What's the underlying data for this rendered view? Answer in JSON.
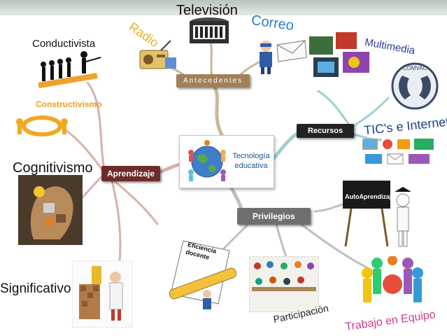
{
  "center": {
    "line1": "Tecnología",
    "line2": "educativa"
  },
  "branches": {
    "antecedentes": "Antecedentes",
    "recursos": "Recursos",
    "aprendizaje": "Aprendizaje",
    "privilegios": "Privilegios"
  },
  "topics": {
    "television": "Televisión",
    "radio": "Radio",
    "correo": "Correo",
    "multimedia": "Multimedia",
    "tics_internet": "TIC's e Internet",
    "conductivista": "Conductivista",
    "constructivismo": "Constructivismo",
    "cognitivismo": "Cognitivismo",
    "significativo": "Significativo",
    "autoaprendizaje": "AutoAprendizaje",
    "eficiencia_docente": "Eficiencia docente",
    "participacion": "Participación",
    "trabajo_equipo": "Trabajo en Equipo"
  },
  "logos": {
    "comvac": "COMVAC"
  },
  "colors": {
    "antecedentes_box": "#a2815a",
    "recursos_box": "#222222",
    "aprendizaje_box": "#6e2b2b",
    "privilegios_box": "#6d6f71",
    "trabajo_text": "#d13a8c",
    "radio_text": "#e3b220",
    "correo_text": "#2e7fc1",
    "multimedia_text": "#2e3b9c",
    "constructivismo_text": "#e8a020",
    "tics_text": "#1a3f8a"
  }
}
